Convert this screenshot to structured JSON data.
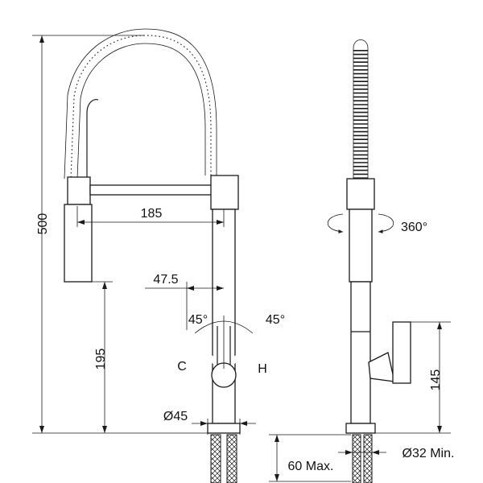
{
  "dimensions": {
    "total_height": "500",
    "reach": "185",
    "base_to_spout": "195",
    "handle_offset": "47.5",
    "angle_left": "45°",
    "angle_right": "45°",
    "cold_label": "C",
    "hot_label": "H",
    "base_diameter": "Ø45",
    "rotation": "360°",
    "handle_height": "145",
    "deck_thickness": "60 Max.",
    "hole_diameter": "Ø32 Min."
  }
}
